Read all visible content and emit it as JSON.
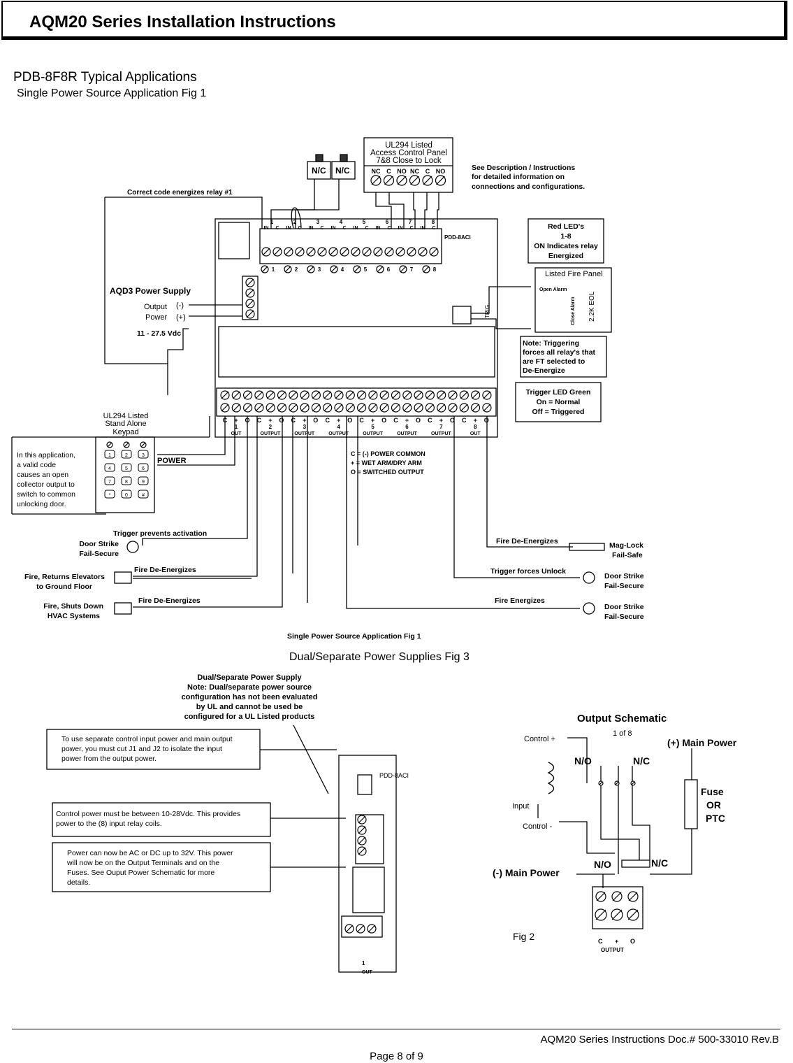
{
  "header": {
    "title": "AQM20 Series Installation Instructions"
  },
  "section": {
    "title": "PDB-8F8R Typical Applications",
    "subtitle": "Single Power Source Application Fig 1"
  },
  "fig1": {
    "nc": "N/C",
    "acp": [
      "UL294 Listed",
      "Access Control Panel",
      "7&8 Close to Lock"
    ],
    "acp_terms": [
      "NC",
      "C",
      "NO",
      "NC",
      "C",
      "NO"
    ],
    "see_desc": [
      "See Description / Instructions",
      "for detailed information on",
      "connections and configurations."
    ],
    "correct_code": "Correct code energizes relay #1",
    "board_label": "PDD-8ACI",
    "in_labels": [
      "IN",
      "C",
      "IN",
      "C",
      "IN",
      "C",
      "IN",
      "C",
      "IN",
      "C",
      "IN",
      "C",
      "IN",
      "C",
      "IN",
      "C"
    ],
    "nums": [
      "1",
      "2",
      "3",
      "4",
      "5",
      "6",
      "7",
      "8"
    ],
    "red_led": [
      "Red LED's",
      "1-8",
      "ON Indicates relay",
      "Energized"
    ],
    "fire_panel": "Listed Fire Panel",
    "open_alarm": "Open Alarm",
    "close_alarm": "Close Alarm",
    "eol": "2.2K EOL",
    "aqd3": "AQD3 Power Supply",
    "output": "Output",
    "power": "Power",
    "minus": "(-)",
    "plus": "(+)",
    "volts": "11 - 27.5 Vdc",
    "trig": "TRIG",
    "note": [
      "Note: Triggering",
      "forces all relay's that",
      "are FT selected to",
      "De-Energize"
    ],
    "trigger_led": [
      "Trigger LED Green",
      "On = Normal",
      "Off = Triggered"
    ],
    "cpo": [
      "C",
      "+",
      "O"
    ],
    "out_labels": [
      "OUT",
      "OUTPUT",
      "OUTPUT",
      "OUTPUT",
      "OUTPUT",
      "OUTPUT",
      "OUTPUT",
      "OUT"
    ],
    "keypad": [
      "UL294 Listed",
      "Stand Alone",
      "Keypad"
    ],
    "keys": [
      "1",
      "2",
      "3",
      "4",
      "5",
      "6",
      "7",
      "8",
      "9",
      "*",
      "0",
      "#"
    ],
    "app_note": [
      "In this application,",
      "a valid code",
      "causes an open",
      "collector output to",
      "switch to common",
      "unlocking door."
    ],
    "power_label": "POWER",
    "legend": [
      "C = (-) POWER COMMON",
      "+ = WET ARM/DRY ARM",
      "O = SWITCHED OUTPUT"
    ],
    "trigger_prevents": "Trigger prevents activation",
    "door_strike": [
      "Door Strike",
      "Fail-Secure"
    ],
    "fire_deenergizes": "Fire De-Energizes",
    "fire_elev": [
      "Fire, Returns Elevators",
      "to Ground Floor"
    ],
    "fire_hvac": [
      "Fire, Shuts Down",
      "HVAC Systems"
    ],
    "maglock": [
      "Mag-Lock",
      "Fail-Safe"
    ],
    "trigger_unlock": "Trigger forces Unlock",
    "fire_energizes": "Fire Energizes",
    "caption": "Single Power Source Application Fig 1"
  },
  "fig3_title": "Dual/Separate Power Supplies Fig 3",
  "fig3": {
    "dual_title": [
      "Dual/Separate Power Supply",
      "Note: Dual/separate power source",
      "configuration has not been evaluated",
      "by UL and cannot be used be",
      "configured for a UL Listed products"
    ],
    "box1": [
      "To use separate control input power and main output",
      "power, you must cut J1 and J2 to isolate the input",
      "power from the output power."
    ],
    "box2": [
      "Control power must be between 10-28Vdc.  This provides",
      "power to the (8) input relay coils."
    ],
    "box3": [
      "Power can now be AC or DC up to 32V.  This power",
      "will now be on the Output Terminals and on the",
      "Fuses.  See Ouput Power Schematic for more",
      "details."
    ],
    "board_label": "PDD-8ACI",
    "out_num": "1",
    "out": "OUT"
  },
  "fig2": {
    "title": "Output Schematic",
    "sub": "1 of 8",
    "control_plus": "Control +",
    "control_minus": "Control -",
    "input": "Input",
    "no": "N/O",
    "nc": "N/C",
    "main_plus": "(+) Main Power",
    "main_minus": "(-) Main Power",
    "fuse": [
      "Fuse",
      "OR",
      "PTC"
    ],
    "fig": "Fig 2",
    "terms": [
      "C",
      "+",
      "O"
    ],
    "output": "OUTPUT"
  },
  "footer": {
    "doc": "AQM20 Series Instructions  Doc.# 500-33010 Rev.B",
    "page": "Page 8 of 9"
  }
}
